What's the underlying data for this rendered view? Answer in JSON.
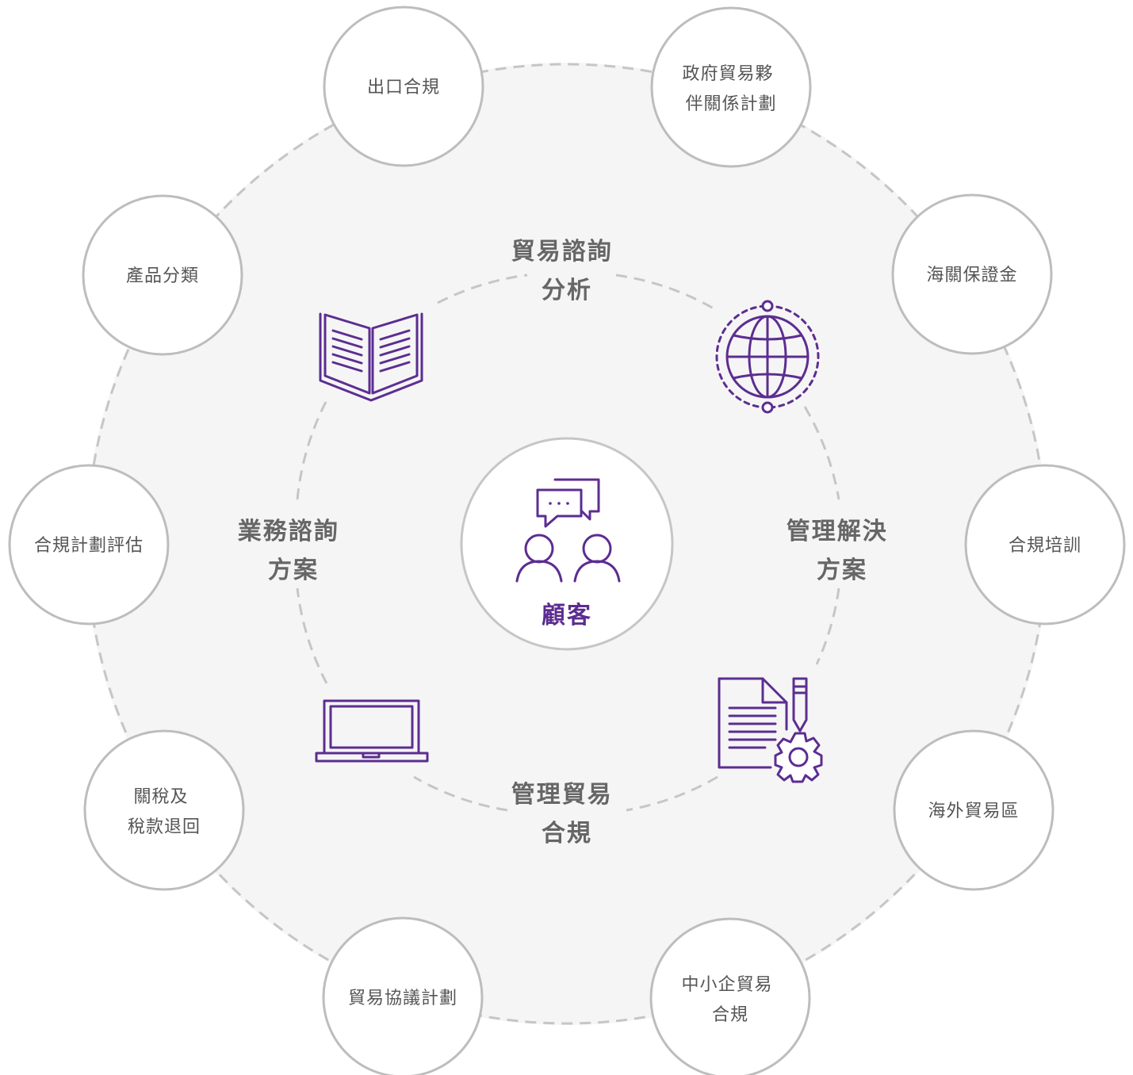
{
  "colors": {
    "accent": "#5c2d91",
    "ring_fill": "#f5f5f5",
    "ring_stroke": "#c6c6c6",
    "node_stroke": "#bdbdbd",
    "text": "#555555"
  },
  "center": {
    "label": "顧客",
    "icon": "conversation-people-icon"
  },
  "services": [
    {
      "id": "top",
      "lines": [
        "貿易諮詢",
        "分析"
      ]
    },
    {
      "id": "right",
      "lines": [
        "管理解決",
        "方案"
      ]
    },
    {
      "id": "bottom",
      "lines": [
        "管理貿易",
        "合規"
      ]
    },
    {
      "id": "left",
      "lines": [
        "業務諮詢",
        "方案"
      ]
    }
  ],
  "service_icons": [
    "open-book-icon",
    "globe-icon",
    "document-gear-icon",
    "laptop-icon"
  ],
  "outer_nodes": [
    {
      "lines": [
        "出口合規"
      ]
    },
    {
      "lines": [
        "政府貿易夥",
        "伴關係計劃"
      ]
    },
    {
      "lines": [
        "海關保證金"
      ]
    },
    {
      "lines": [
        "合規培訓"
      ]
    },
    {
      "lines": [
        "海外貿易區"
      ]
    },
    {
      "lines": [
        "中小企貿易",
        "合規"
      ]
    },
    {
      "lines": [
        "貿易協議計劃"
      ]
    },
    {
      "lines": [
        "關稅及",
        "稅款退回"
      ]
    },
    {
      "lines": [
        "合規計劃評估"
      ]
    },
    {
      "lines": [
        "產品分類"
      ]
    }
  ]
}
